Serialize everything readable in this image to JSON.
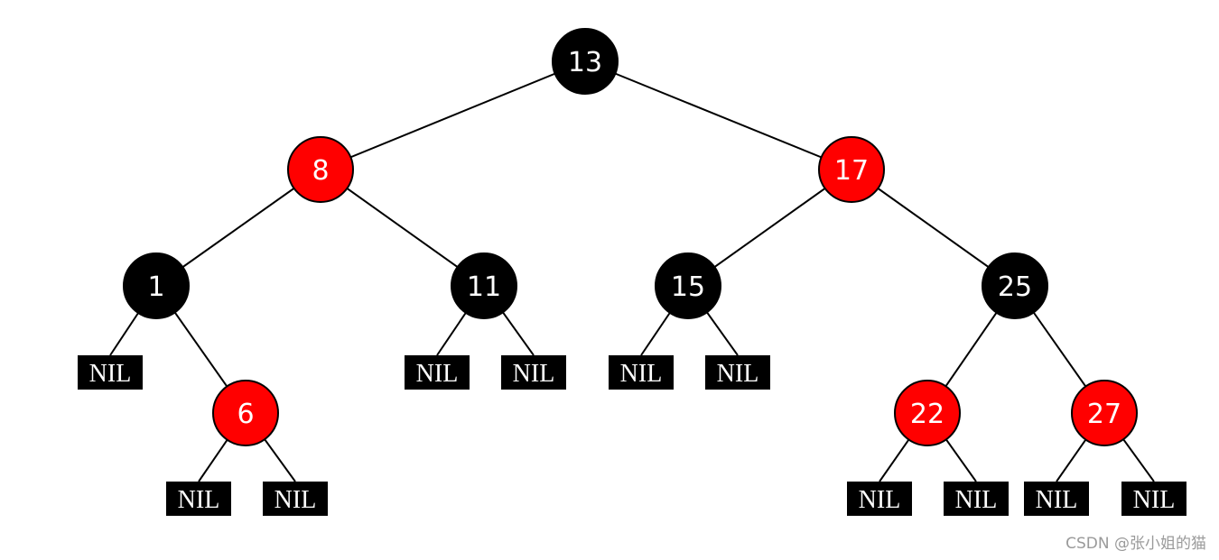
{
  "colors": {
    "red": "#ff0000",
    "black": "#000000",
    "text": "#ffffff",
    "edge": "#000000"
  },
  "tree": {
    "nodes": [
      {
        "id": "n13",
        "label": "13",
        "color": "black"
      },
      {
        "id": "n8",
        "label": "8",
        "color": "red"
      },
      {
        "id": "n17",
        "label": "17",
        "color": "red"
      },
      {
        "id": "n1",
        "label": "1",
        "color": "black"
      },
      {
        "id": "n11",
        "label": "11",
        "color": "black"
      },
      {
        "id": "n15",
        "label": "15",
        "color": "black"
      },
      {
        "id": "n25",
        "label": "25",
        "color": "black"
      },
      {
        "id": "n6",
        "label": "6",
        "color": "red"
      },
      {
        "id": "n22",
        "label": "22",
        "color": "red"
      },
      {
        "id": "n27",
        "label": "27",
        "color": "red"
      }
    ],
    "nil_label": "NIL",
    "nil_count": 11
  },
  "watermark": "CSDN @张小姐的猫"
}
